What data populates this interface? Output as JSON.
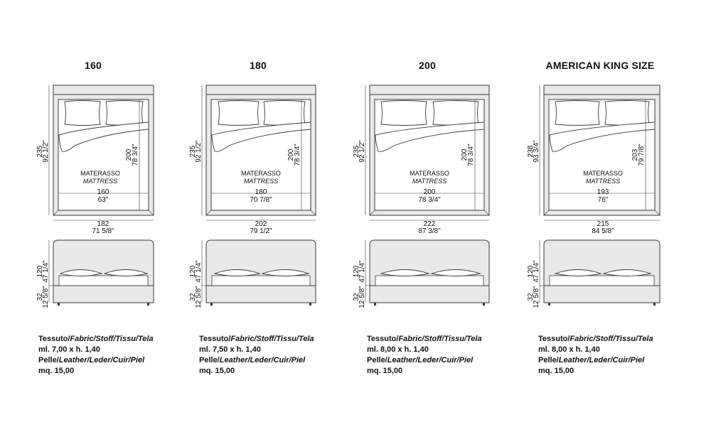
{
  "colors": {
    "line": "#3a3a3a",
    "fill": "#e9e9e9",
    "paper": "#ffffff"
  },
  "models": [
    {
      "title": "160",
      "mattress_label": "MATERASSO",
      "mattress_label_en": "MATTRESS",
      "height_cm": "235",
      "height_in": "92 1/2\"",
      "mattress_len_cm": "200",
      "mattress_len_in": "78 3/4\"",
      "mattress_w_cm": "160",
      "mattress_w_in": "63\"",
      "total_w_cm": "182",
      "total_w_in": "71 5/8\"",
      "head_h_cm": "120",
      "head_h_in": "47 1/4\"",
      "base_h_cm": "32",
      "base_h_in": "12 5/8\"",
      "fabric_label": "Tessuto/",
      "fabric_langs": "Fabric/Stoff/Tissu/Tela",
      "fabric_qty": "ml. 7,00 x h. 1,40",
      "leather_label": "Pelle/",
      "leather_langs": "Leather/Leder/Cuir/Piel",
      "leather_qty": "mq. 15,00"
    },
    {
      "title": "180",
      "mattress_label": "MATERASSO",
      "mattress_label_en": "MATTRESS",
      "height_cm": "235",
      "height_in": "92 1/2\"",
      "mattress_len_cm": "200",
      "mattress_len_in": "78 3/4\"",
      "mattress_w_cm": "180",
      "mattress_w_in": "70 7/8\"",
      "total_w_cm": "202",
      "total_w_in": "79 1/2\"",
      "head_h_cm": "120",
      "head_h_in": "47 1/4\"",
      "base_h_cm": "32",
      "base_h_in": "12 5/8\"",
      "fabric_label": "Tessuto/",
      "fabric_langs": "Fabric/Stoff/Tissu/Tela",
      "fabric_qty": "ml. 7,50 x h. 1,40",
      "leather_label": "Pelle/",
      "leather_langs": "Leather/Leder/Cuir/Piel",
      "leather_qty": "mq. 15,00"
    },
    {
      "title": "200",
      "mattress_label": "MATERASSO",
      "mattress_label_en": "MATTRESS",
      "height_cm": "235",
      "height_in": "92 1/2\"",
      "mattress_len_cm": "200",
      "mattress_len_in": "78 3/4\"",
      "mattress_w_cm": "200",
      "mattress_w_in": "78 3/4\"",
      "total_w_cm": "222",
      "total_w_in": "87 3/8\"",
      "head_h_cm": "120",
      "head_h_in": "47 1/4\"",
      "base_h_cm": "32",
      "base_h_in": "12 5/8\"",
      "fabric_label": "Tessuto/",
      "fabric_langs": "Fabric/Stoff/Tissu/Tela",
      "fabric_qty": "ml. 8,00 x h. 1,40",
      "leather_label": "Pelle/",
      "leather_langs": "Leather/Leder/Cuir/Piel",
      "leather_qty": "mq. 15,00"
    },
    {
      "title": "AMERICAN KING SIZE",
      "mattress_label": "MATERASSO",
      "mattress_label_en": "MATTRESS",
      "height_cm": "238",
      "height_in": "93 3/4\"",
      "mattress_len_cm": "203",
      "mattress_len_in": "79 7/8\"",
      "mattress_w_cm": "193",
      "mattress_w_in": "76\"",
      "total_w_cm": "215",
      "total_w_in": "84 5/8\"",
      "head_h_cm": "120",
      "head_h_in": "47 1/4\"",
      "base_h_cm": "32",
      "base_h_in": "12 5/8\"",
      "fabric_label": "Tessuto/",
      "fabric_langs": "Fabric/Stoff/Tissu/Tela",
      "fabric_qty": "ml. 8,00 x h. 1,40",
      "leather_label": "Pelle/",
      "leather_langs": "Leather/Leder/Cuir/Piel",
      "leather_qty": "mq. 15,00"
    }
  ]
}
